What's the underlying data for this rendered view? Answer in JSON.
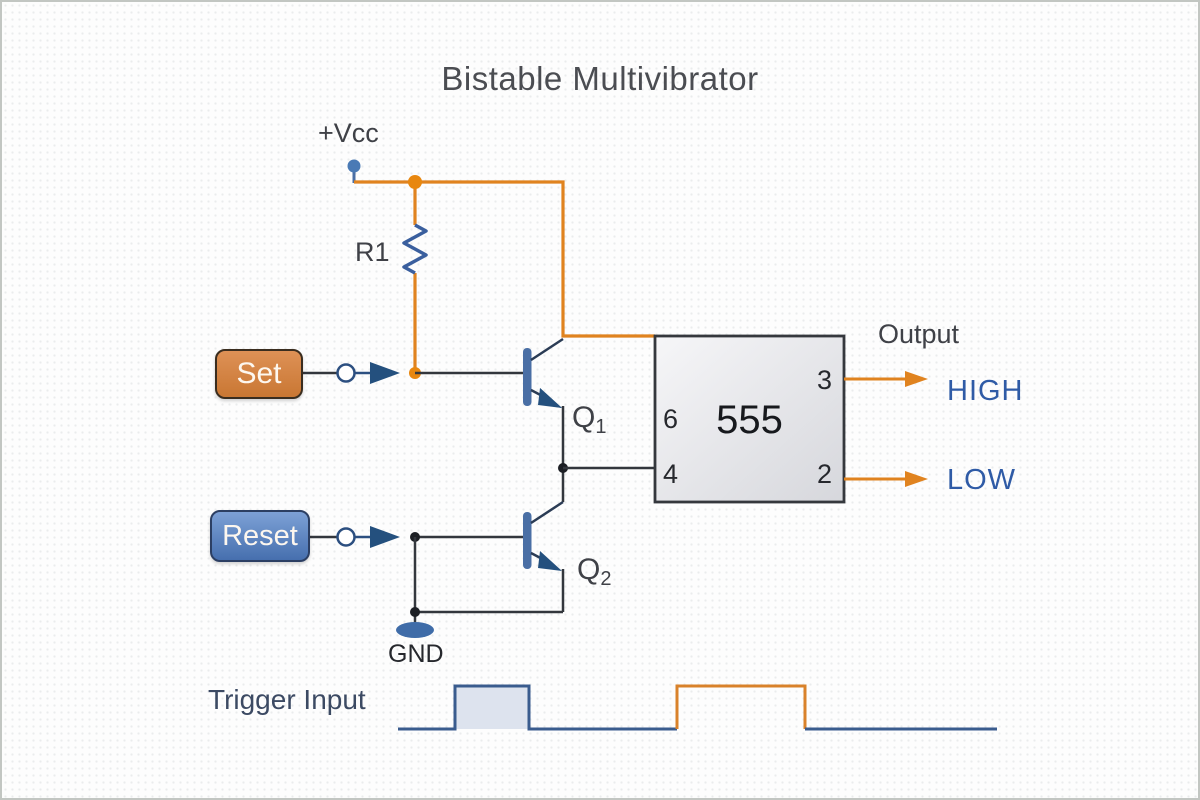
{
  "title": "Bistable Multivibrator",
  "labels": {
    "vcc": "+Vcc",
    "r1": "R1",
    "gnd": "GND",
    "output": "Output",
    "high": "HIGH",
    "low": "LOW",
    "trigger": "Trigger Input"
  },
  "buttons": {
    "set": "Set",
    "reset": "Reset"
  },
  "transistors": {
    "q1": {
      "main": "Q",
      "sub": "1"
    },
    "q2": {
      "main": "Q",
      "sub": "2"
    }
  },
  "ic": {
    "name": "555",
    "pins": {
      "left_top": "6",
      "left_bottom": "4",
      "right_top": "3",
      "right_bottom": "2"
    }
  },
  "colors": {
    "orange_wire": "#e0831f",
    "blue_wire": "#2c4f80",
    "dark_wire": "#33373d",
    "state_text": "#2f5ba6",
    "waveform_blue": "#3a5c8e",
    "waveform_orange": "#d9822b"
  }
}
